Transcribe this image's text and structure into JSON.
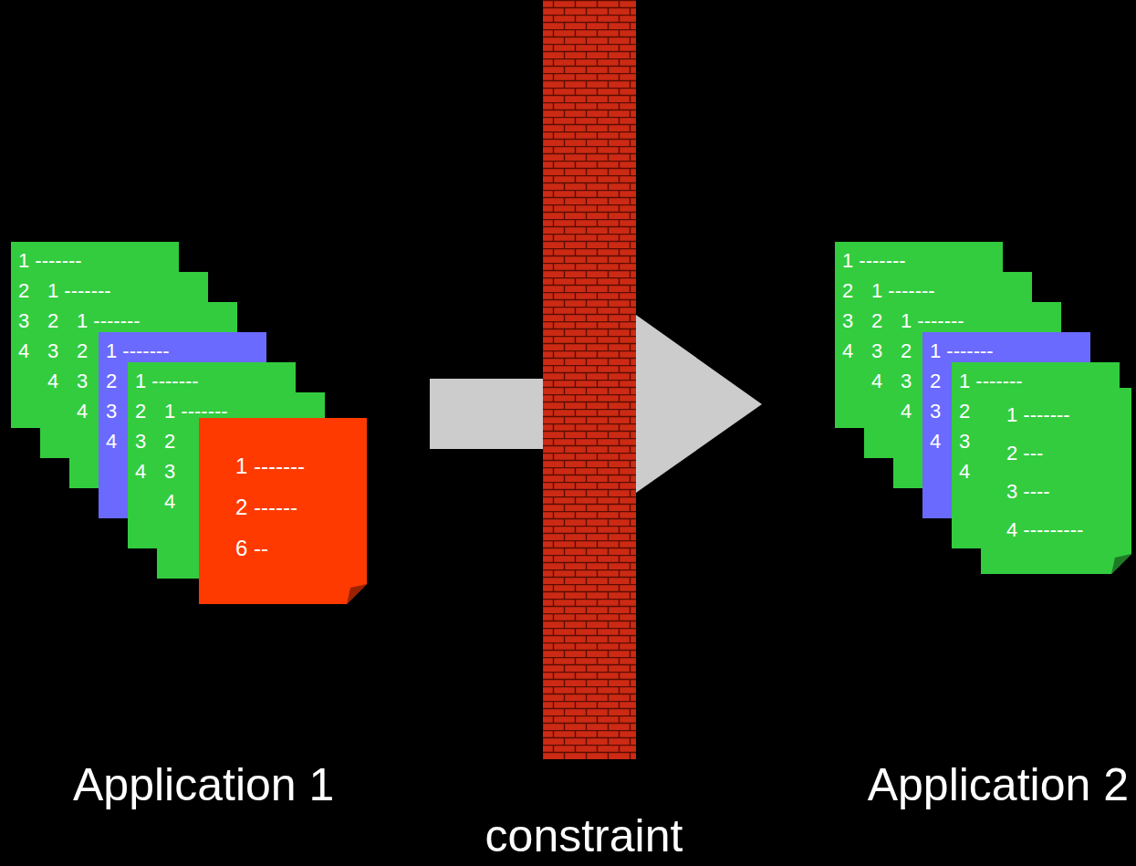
{
  "diagram": {
    "nodes": [
      {
        "text": [
          "1 -------",
          "2",
          "3",
          "4"
        ]
      },
      {
        "text": [
          "1 -------",
          "2",
          "3",
          "4"
        ]
      },
      {
        "text": [
          "1 -------",
          "2",
          "3",
          "4"
        ]
      },
      {
        "text": [
          "1 -------",
          "2",
          "3",
          "4"
        ]
      },
      {
        "text": [
          "1 -------",
          "2",
          "3",
          "4"
        ]
      },
      {
        "text": [
          "1 -------",
          "2",
          "3",
          "4"
        ]
      },
      {
        "text": [
          "1 -------",
          "2 ------",
          "6 --"
        ]
      },
      {
        "text": [
          "1 -------",
          "2",
          "3",
          "4"
        ]
      },
      {
        "text": [
          "1 -------",
          "2",
          "3",
          "4"
        ]
      },
      {
        "text": [
          "1 -------",
          "2",
          "3",
          "4"
        ]
      },
      {
        "text": [
          "1 -------",
          "2",
          "3",
          "4"
        ]
      },
      {
        "text": [
          "1 -------",
          "2",
          "3",
          "4"
        ]
      },
      {
        "text": [
          "1 -------",
          "2 ---",
          "3 ----",
          "4 ---------"
        ]
      }
    ],
    "labels": [
      "Application 1",
      "constraint",
      "Application 2"
    ]
  }
}
